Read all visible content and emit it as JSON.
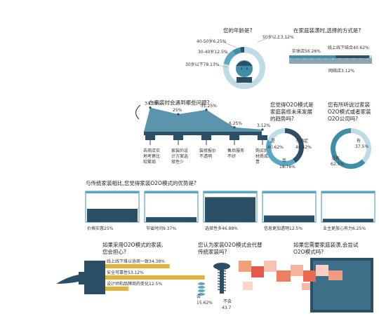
{
  "colors": {
    "navy": "#2c4f66",
    "teal": "#3e8ea8",
    "blue": "#5aa7c4",
    "light": "#bfdbe6",
    "gold": "#e0b43b",
    "grayblue": "#8aa4b3"
  },
  "icons": [
    "person-icon",
    "paint-brush-icon",
    "screw-icon",
    "paint-roller-icon",
    "ruler-icon"
  ],
  "chart_data": [
    {
      "type": "pie",
      "id": "age",
      "title": "您的年龄是?",
      "categories": [
        "50岁以上",
        "40-50岁",
        "30-40岁",
        "30岁以下"
      ],
      "label_texts": [
        "50岁以上3.12%",
        "40-50岁6.25%",
        "30-40岁12.5%",
        "30岁以下78.13%"
      ],
      "values": [
        3.12,
        6.25,
        12.5,
        78.13
      ]
    },
    {
      "type": "bar",
      "id": "method",
      "title": "在家庭装潢时,选择的方式是?",
      "categories": [
        "实体店",
        "线上线下结合",
        "网络店"
      ],
      "label_texts": [
        "实体店56.26%",
        "线上线下结合40.62%",
        "网络店3.12%"
      ],
      "values": [
        56.26,
        40.62,
        3.12
      ]
    },
    {
      "type": "area",
      "id": "problems",
      "title": "在家装时会遇到哪些问题?",
      "categories": [
        "去商店实地考察比较繁琐",
        "家装的设计方案选择性少",
        "装修报价不透明",
        "售后服务不好",
        "购买的主材质成本贵"
      ],
      "value_labels": [
        "34.38%",
        "25%",
        "31.25%",
        "6.25%",
        "3.12%"
      ],
      "values": [
        34.38,
        25,
        31.25,
        6.25,
        3.12
      ]
    },
    {
      "type": "pie",
      "id": "trend",
      "title": "您觉得O2O模式是家庭装修未来发展的趋势吗?",
      "categories": [
        "是",
        "不确定",
        "否"
      ],
      "label_texts": [
        "是40.62%",
        "不确定40.62%",
        "否18.76%"
      ],
      "values": [
        40.62,
        40.62,
        18.76
      ]
    },
    {
      "type": "pie",
      "id": "heard",
      "title": "您有所听说过家装O2O模式或者家装O2O公司吗?",
      "categories": [
        "有",
        "没有"
      ],
      "label_texts": [
        "有37.5%",
        "没有62.5%"
      ],
      "values": [
        37.5,
        62.5
      ]
    },
    {
      "type": "bar",
      "id": "advantages",
      "title": "与传统家装相比,您觉得家装O2O模式的优势是?",
      "categories": [
        "价格实惠",
        "节省时间",
        "选择性多",
        "信息更加透明",
        "业主更放心有力"
      ],
      "label_texts": [
        "价格实惠25%",
        "节省时间9.37%",
        "选择性多46.88%",
        "信息更加透明12.5%",
        "业主更放心有力6.25%"
      ],
      "values": [
        25,
        9.37,
        46.88,
        12.5,
        6.25
      ]
    },
    {
      "type": "bar",
      "id": "worries",
      "title": "如果采用O2O模式的家装,您会担心?",
      "categories": [
        "线上线下难以协商一致",
        "安全可靠性",
        "设计师和品牌商的变化"
      ],
      "label_texts": [
        "线上线下难以协商一致34.38%",
        "安全可靠性53.12%",
        "设计师和品牌商的变化12.5%"
      ],
      "values": [
        34.38,
        53.12,
        12.5
      ]
    },
    {
      "type": "bar",
      "id": "replace",
      "title": "您认为家装O2O模式会代替传统家装吗?",
      "categories": [
        "会",
        "不会"
      ],
      "label_texts": [
        "会15.62%",
        "不会43.7"
      ],
      "values": [
        15.62,
        43.7
      ]
    },
    {
      "type": "table",
      "id": "try",
      "title": "如果您需要家庭装潢,会尝试O2O模式吗?"
    }
  ]
}
